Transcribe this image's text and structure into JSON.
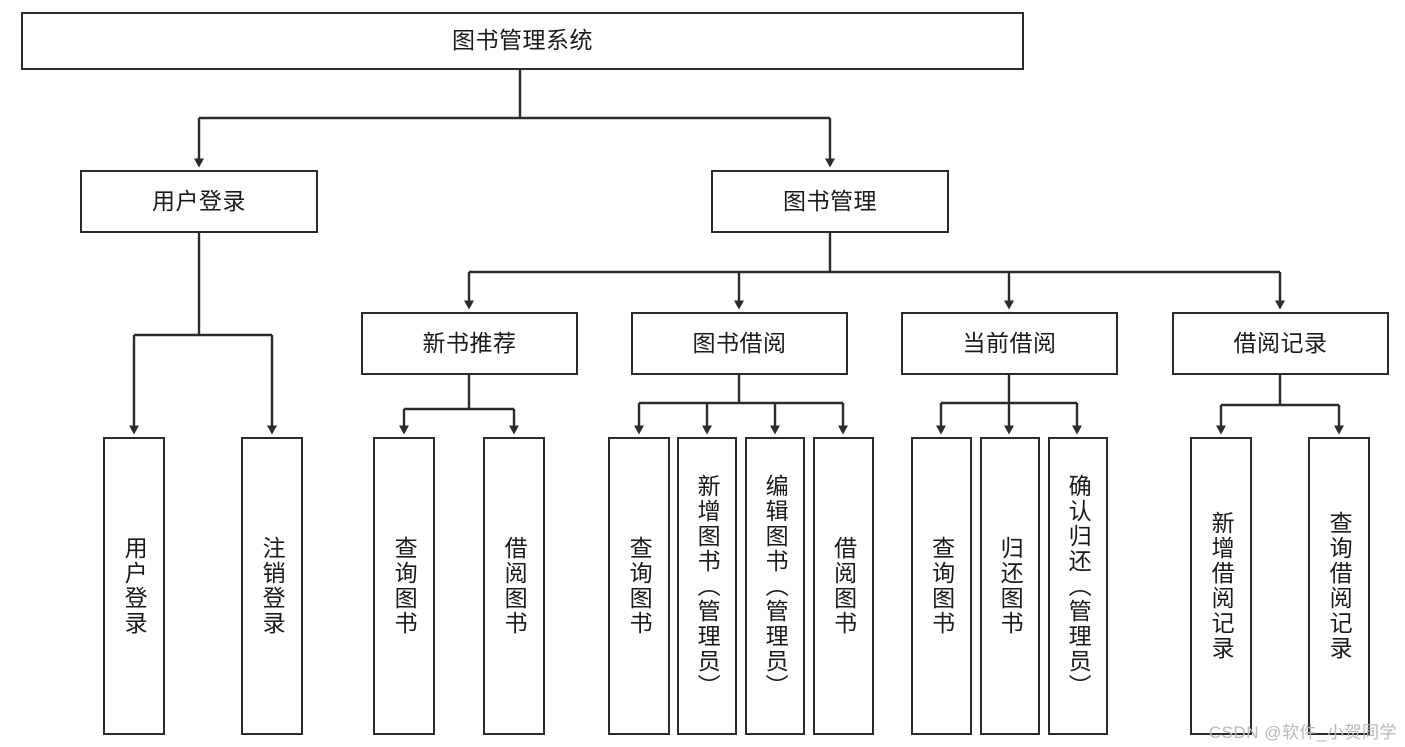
{
  "diagram": {
    "title": "图书管理系统",
    "watermark": "CSDN @软件_小贺同学",
    "type": "tree",
    "style": {
      "box_border_color": "#2b2b2b",
      "box_fill_color": "#ffffff",
      "line_color": "#2b2b2b",
      "text_color": "#1a1a1a",
      "background_color": "#ffffff",
      "watermark_color": "#b9b9b9"
    },
    "nodes": {
      "root": {
        "label": "图书管理系统",
        "level": 1,
        "orientation": "horizontal"
      },
      "l2": [
        {
          "id": "user-login",
          "label": "用户登录",
          "level": 2,
          "orientation": "horizontal"
        },
        {
          "id": "book-manage",
          "label": "图书管理",
          "level": 2,
          "orientation": "horizontal"
        }
      ],
      "l3": [
        {
          "id": "new-book-rec",
          "label": "新书推荐",
          "level": 3,
          "orientation": "horizontal",
          "parent": "book-manage"
        },
        {
          "id": "book-borrow",
          "label": "图书借阅",
          "level": 3,
          "orientation": "horizontal",
          "parent": "book-manage"
        },
        {
          "id": "current-borrow",
          "label": "当前借阅",
          "level": 3,
          "orientation": "horizontal",
          "parent": "book-manage"
        },
        {
          "id": "borrow-record",
          "label": "借阅记录",
          "level": 3,
          "orientation": "horizontal",
          "parent": "book-manage"
        }
      ],
      "leaves": [
        {
          "id": "leaf-user-login",
          "label": "用户登录",
          "parent": "user-login"
        },
        {
          "id": "leaf-logout-login",
          "label": "注销登录",
          "parent": "user-login"
        },
        {
          "id": "leaf-query-book-1",
          "label": "查询图书",
          "parent": "new-book-rec"
        },
        {
          "id": "leaf-borrow-book-1",
          "label": "借阅图书",
          "parent": "new-book-rec"
        },
        {
          "id": "leaf-query-book-2",
          "label": "查询图书",
          "parent": "book-borrow"
        },
        {
          "id": "leaf-add-book",
          "label": "新增图书（管理员）",
          "parent": "book-borrow"
        },
        {
          "id": "leaf-edit-book",
          "label": "编辑图书（管理员）",
          "parent": "book-borrow"
        },
        {
          "id": "leaf-borrow-book-2",
          "label": "借阅图书",
          "parent": "book-borrow"
        },
        {
          "id": "leaf-query-book-3",
          "label": "查询图书",
          "parent": "current-borrow"
        },
        {
          "id": "leaf-return-book",
          "label": "归还图书",
          "parent": "current-borrow"
        },
        {
          "id": "leaf-confirm-return",
          "label": "确认归还（管理员）",
          "parent": "current-borrow"
        },
        {
          "id": "leaf-add-record",
          "label": "新增借阅记录",
          "parent": "borrow-record"
        },
        {
          "id": "leaf-query-record",
          "label": "查询借阅记录",
          "parent": "borrow-record"
        }
      ]
    }
  }
}
